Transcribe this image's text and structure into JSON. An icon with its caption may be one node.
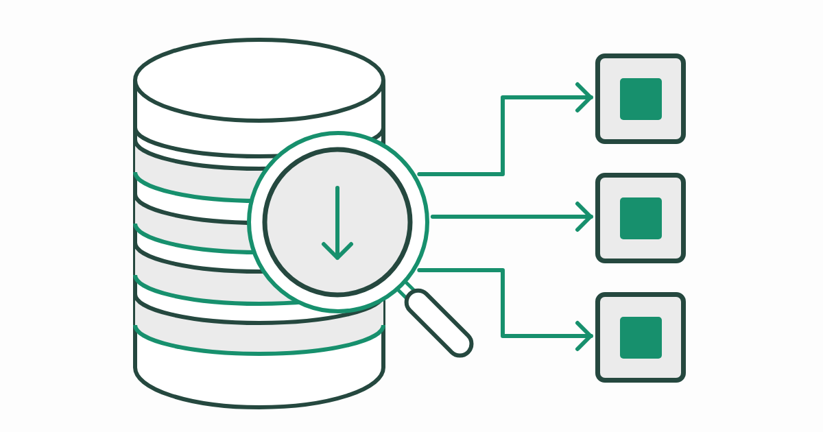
{
  "diagram": {
    "nodes": [
      {
        "text": [],
        "shape": "cylinder"
      },
      {
        "text": [],
        "shape": "picture"
      },
      {
        "text": [],
        "shape": "box"
      },
      {
        "text": [],
        "shape": "box"
      },
      {
        "text": [],
        "shape": "box"
      }
    ],
    "edges": [
      {
        "from": 1,
        "to": 2,
        "arrow": "to"
      },
      {
        "from": 1,
        "to": 3,
        "arrow": "to"
      },
      {
        "from": 1,
        "to": 4,
        "arrow": "to"
      }
    ]
  }
}
